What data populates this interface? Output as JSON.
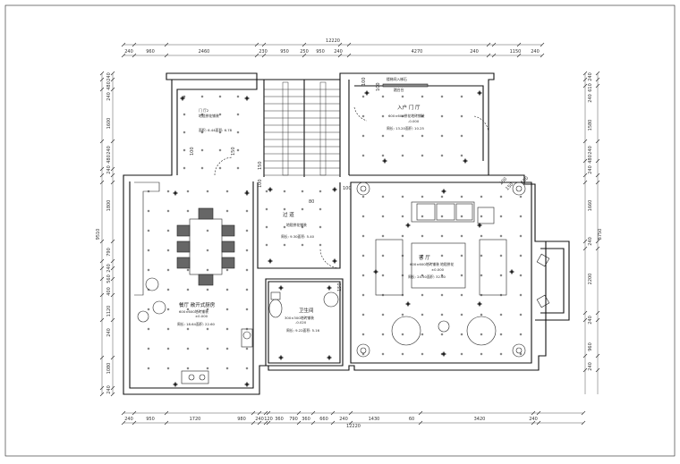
{
  "dims": {
    "top_total": "12220",
    "bottom_total": "12220",
    "top_segments": [
      "240",
      "960",
      "2460",
      "230",
      "950",
      "250",
      "950",
      "240",
      "4270",
      "240",
      "1150",
      "240"
    ],
    "bottom_segments": [
      "240",
      "950",
      "1720",
      "980",
      "240",
      "120",
      "360",
      "790",
      "360",
      "660",
      "240",
      "1430",
      "60",
      "3420",
      "240"
    ],
    "left_total": "9510",
    "left_segments": [
      "240",
      "480",
      "240",
      "1600",
      "240",
      "480",
      "240",
      "1800",
      "790",
      "240",
      "560",
      "400",
      "1120",
      "240",
      "1080",
      "240"
    ],
    "right_total": "8750",
    "right_segments": [
      "240",
      "610",
      "240",
      "1580",
      "240",
      "480",
      "240",
      "1660",
      "240",
      "2200",
      "240",
      "960",
      "240"
    ]
  },
  "rooms": {
    "entry_hall2": {
      "name": "门 厅2",
      "line1": "地毯拼花铺装",
      "line2": "面积: 6.44面积: 6.78"
    },
    "entry_hall": {
      "name": "入户 门 厅",
      "line1": "600×600拼花地砖铺装",
      "elev": "-0.000",
      "area": "周长: 13.20面积: 10.25"
    },
    "corridor": {
      "name": "过 道",
      "line1": "地毯拼花铺装",
      "area": "周长: 9.30面积: 5.40"
    },
    "living": {
      "name": "客 厅",
      "line1": "600×600地砖铺装 地毯拼花",
      "elev": "±0.000",
      "area": "周长: 24.50面积: 32.60"
    },
    "dining": {
      "name": "餐厅 敞开式厨房",
      "line1": "600×600地砖铺装",
      "elev": "±0.000",
      "area": "周长: 18.64面积: 22.60"
    },
    "bathroom": {
      "name": "卫生间",
      "line1": "300×300地砖铺装",
      "elev": "-0.020",
      "area": "周长: 9.22面积: 5.16"
    }
  },
  "marks": {
    "door_note": "楼梯间入梯石",
    "step_note": "踏台台",
    "openings": [
      "100",
      "100",
      "100",
      "150",
      "150",
      "80",
      "100",
      "150",
      "100",
      "150",
      "100",
      "100"
    ]
  }
}
